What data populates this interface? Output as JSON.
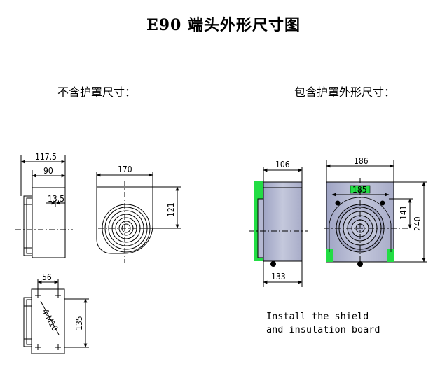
{
  "title": "E90 端头外形尺寸图",
  "left_heading": "不含护罩尺寸：",
  "right_heading": "包含护罩外形尺寸：",
  "dimensions": {
    "overall_length": "117.5",
    "body_length": "90",
    "flange_offset": "13.5",
    "width": "170",
    "height": "121",
    "bottom_width": "56",
    "mount_holes": "4-M10",
    "hole_spacing": "135",
    "shield_depth": "106",
    "shield_width": "186",
    "shield_inner_width": "185",
    "shield_height_inner": "141",
    "shield_height_outer": "240",
    "shield_bottom": "133"
  },
  "note_lines": [
    "Install the shield",
    "and insulation board"
  ],
  "colors": {
    "shield_fill": "#b4b8d2",
    "insulation_green": "#22dd44",
    "line": "#000000"
  }
}
